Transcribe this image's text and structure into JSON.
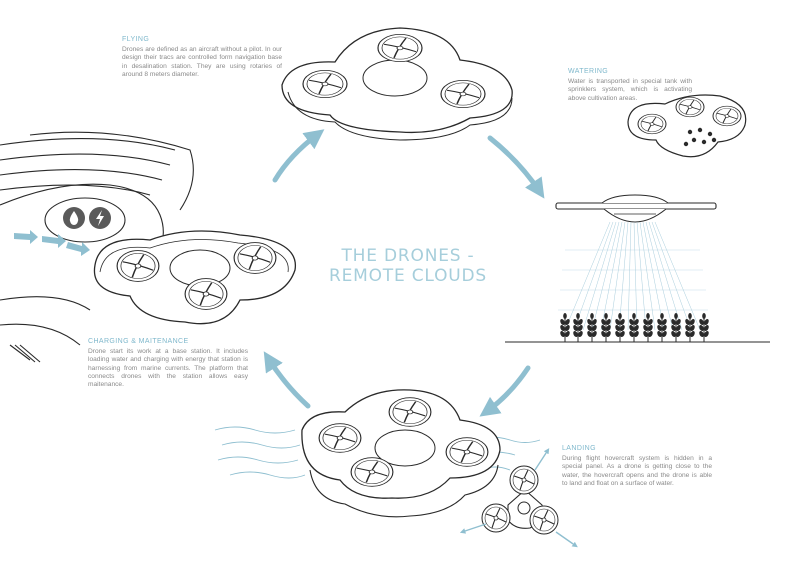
{
  "title": {
    "line1": "THE DRONES -",
    "line2": "REMOTE CLOUDS"
  },
  "sections": {
    "flying": {
      "heading": "FLYING",
      "body": "Drones are defined as an aircraft without a pilot. In our design their tracs are controlled form navigation base in desalination station. They are using rotaries of around 8 meters diameter."
    },
    "watering": {
      "heading": "WATERING",
      "body": "Water is transported in special tank with sprinklers system, which is activating above cultivation areas."
    },
    "charging": {
      "heading": "CHARGING & MAITENANCE",
      "body": "Drone start its work at a base station. It includes loading water and charging with energy that station is harnessing from marine currents. The platform that connects drones with the station allows easy maitenance."
    },
    "landing": {
      "heading": "LANDING",
      "body": "During flight hovercraft system is hidden in a special panel. As a drone is getting close to the water, the hovercraft opens and the drone is able to land and float on a surface of water."
    }
  },
  "icons": [
    "water-drop-icon",
    "lightning-icon"
  ],
  "colors": {
    "accent": "#8fbfd0",
    "line": "#2a2a2a",
    "text": "#8a8a8a",
    "title": "#a6cedb"
  }
}
